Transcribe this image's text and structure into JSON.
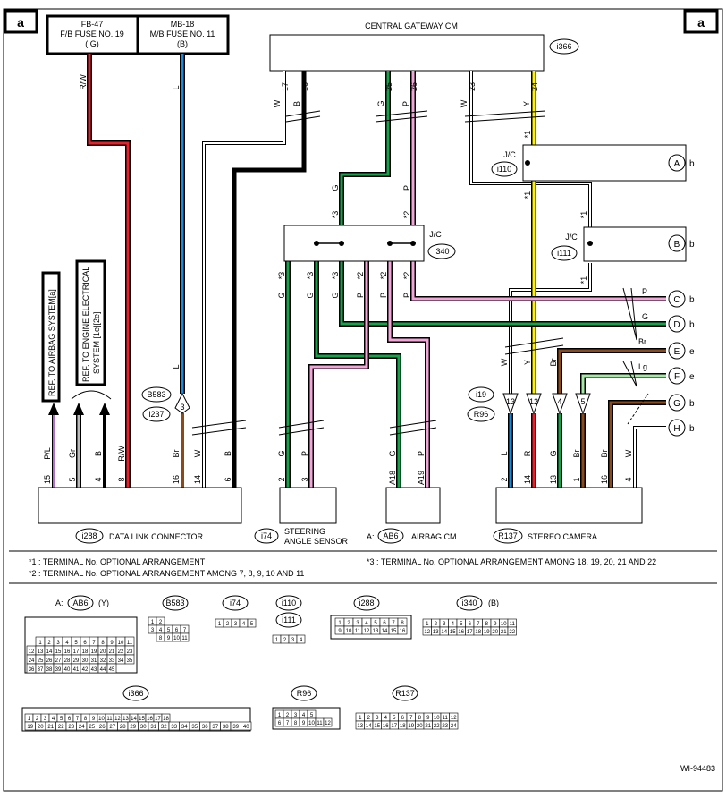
{
  "corner_tags": {
    "left": "a",
    "right": "a"
  },
  "fuses": {
    "fb": {
      "l1": "FB-47",
      "l2": "F/B FUSE NO. 19",
      "l3": "(IG)"
    },
    "mb": {
      "l1": "MB-18",
      "l2": "M/B FUSE NO. 11",
      "l3": "(B)"
    }
  },
  "gateway": {
    "title": "CENTRAL GATEWAY CM",
    "id": "i366"
  },
  "gw_pins": [
    {
      "pin": "17",
      "color": "W"
    },
    {
      "pin": "16",
      "color": "B"
    },
    {
      "pin": "25",
      "color": "G"
    },
    {
      "pin": "26",
      "color": "P"
    },
    {
      "pin": "23",
      "color": "W"
    },
    {
      "pin": "24",
      "color": "Y"
    }
  ],
  "junctions": {
    "i110": {
      "jc": "J/C",
      "id": "i110"
    },
    "i111": {
      "jc": "J/C",
      "id": "i111"
    },
    "i340": {
      "jc": "J/C",
      "id": "i340"
    }
  },
  "connectors_to": [
    {
      "letter": "A",
      "suffix": "b"
    },
    {
      "letter": "B",
      "suffix": "b"
    },
    {
      "letter": "C",
      "suffix": "b"
    },
    {
      "letter": "D",
      "suffix": "b"
    },
    {
      "letter": "E",
      "suffix": "e"
    },
    {
      "letter": "F",
      "suffix": "e"
    },
    {
      "letter": "G",
      "suffix": "b"
    },
    {
      "letter": "H",
      "suffix": "b"
    }
  ],
  "ref_boxes": {
    "airbag": "REF. TO AIRBAG SYSTEM[a]",
    "engine_l1": "REF. TO ENGINE ELECTRICAL",
    "engine_l2": "SYSTEM [1e][2e]"
  },
  "wire_labels": {
    "rw": "R/W",
    "l": "L",
    "p": "P",
    "g": "G",
    "br": "Br",
    "lg": "Lg",
    "w": "W",
    "y": "Y",
    "b": "B",
    "star1": "*1",
    "star2": "*2",
    "star3": "*3",
    "pl": "P/L",
    "gr": "Gr",
    "r": "R"
  },
  "splices": {
    "b583": "B583",
    "i237": "i237",
    "i19": "i19",
    "r96": "R96",
    "b583_pin": "3"
  },
  "dlc": {
    "id": "i288",
    "name": "DATA LINK CONNECTOR",
    "pins": [
      "15",
      "5",
      "4",
      "8",
      "16",
      "14",
      "6"
    ],
    "colors": [
      "P/L",
      "Gr",
      "B",
      "R/W",
      "Br",
      "W",
      "B"
    ]
  },
  "steering": {
    "id": "i74",
    "name_l1": "STEERING",
    "name_l2": "ANGLE SENSOR",
    "pins": [
      "2",
      "3"
    ],
    "colors": [
      "G",
      "P"
    ]
  },
  "airbag": {
    "prefix": "A:",
    "id": "AB6",
    "name": "AIRBAG CM",
    "pins": [
      "A18",
      "A19"
    ],
    "colors": [
      "G",
      "P"
    ]
  },
  "stereo": {
    "id": "R137",
    "name": "STEREO CAMERA",
    "pins": [
      "2",
      "14",
      "13",
      "1",
      "16",
      "4"
    ],
    "colors": [
      "L",
      "R",
      "G",
      "Br",
      "Br",
      "W"
    ]
  },
  "cam_pins": [
    "13",
    "12",
    "4",
    "5"
  ],
  "i340_pins": {
    "g": [
      "*3",
      "*3",
      "*3",
      "*3"
    ],
    "p": [
      "*2",
      "*2",
      "*2",
      "*2"
    ]
  },
  "notes": {
    "n1": "*1  : TERMINAL No. OPTIONAL ARRANGEMENT",
    "n2": "*2  : TERMINAL No. OPTIONAL ARRANGEMENT AMONG 7, 8, 9, 10 AND 11",
    "n3": "*3  : TERMINAL No. OPTIONAL ARRANGEMENT AMONG 18, 19, 20, 21 AND 22"
  },
  "conn_views": {
    "ab6_prefix": "A:",
    "ab6": "AB6",
    "ab6_color": "(Y)",
    "b583": "B583",
    "i74": "i74",
    "i110": "i110",
    "i111": "i111",
    "i288": "i288",
    "i340": "i340",
    "i340_color": "(B)",
    "i366": "i366",
    "r96": "R96",
    "r137": "R137"
  },
  "ab6_rows": [
    [
      "1",
      "2",
      "3",
      "4",
      "5",
      "6",
      "7",
      "8",
      "9",
      "10",
      "11"
    ],
    [
      "12",
      "13",
      "14",
      "15",
      "16",
      "17",
      "18",
      "19",
      "20",
      "21",
      "22",
      "23"
    ],
    [
      "24",
      "25",
      "26",
      "27",
      "28",
      "29",
      "30",
      "31",
      "32",
      "33",
      "34",
      "35"
    ],
    [
      "36",
      "37",
      "38",
      "39",
      "40",
      "41",
      "42",
      "43",
      "44",
      "45"
    ]
  ],
  "b583_rows": [
    [
      "1",
      "2"
    ],
    [
      "3",
      "4",
      "5",
      "6",
      "7"
    ],
    [
      "8",
      "9",
      "10",
      "11"
    ]
  ],
  "i74_row": [
    "1",
    "2",
    "3",
    "4",
    "5"
  ],
  "i110_row": [
    "1",
    "2",
    "3",
    "4"
  ],
  "i288_rows": [
    [
      "1",
      "2",
      "3",
      "4",
      "5",
      "6",
      "7",
      "8"
    ],
    [
      "9",
      "10",
      "11",
      "12",
      "13",
      "14",
      "15",
      "16"
    ]
  ],
  "i340_rows": [
    [
      "1",
      "2",
      "3",
      "4",
      "5",
      "6",
      "7",
      "8",
      "9",
      "10",
      "11"
    ],
    [
      "12",
      "13",
      "14",
      "15",
      "16",
      "17",
      "18",
      "19",
      "20",
      "21",
      "22"
    ]
  ],
  "i366_rows": [
    [
      "1",
      "2",
      "3",
      "4",
      "5",
      "6",
      "7",
      "8",
      "9",
      "10",
      "11",
      "12",
      "13",
      "14",
      "15",
      "16",
      "17",
      "18"
    ],
    [
      "19",
      "20",
      "21",
      "22",
      "23",
      "24",
      "25",
      "26",
      "27",
      "28",
      "29",
      "30",
      "31",
      "32",
      "33",
      "34",
      "35",
      "36",
      "37",
      "38",
      "39",
      "40"
    ]
  ],
  "r96_rows": [
    [
      "1",
      "2",
      "3",
      "4",
      "5"
    ],
    [
      "6",
      "7",
      "8",
      "9",
      "10",
      "11",
      "12"
    ]
  ],
  "r137_rows": [
    [
      "1",
      "2",
      "3",
      "4",
      "5",
      "6",
      "7",
      "8",
      "9",
      "10",
      "11",
      "12"
    ],
    [
      "13",
      "14",
      "15",
      "16",
      "17",
      "18",
      "19",
      "20",
      "21",
      "22",
      "23",
      "24"
    ]
  ],
  "footer_code": "WI-94483",
  "wire_colors": {
    "red": "#e8202a",
    "blue": "#1e88d8",
    "black": "#000000",
    "green": "#19a14a",
    "pink": "#f2a6d8",
    "yellow": "#fff200",
    "brown": "#8a4a1c",
    "lightgreen": "#a5e8a5",
    "gray": "#bbbbbb",
    "purple": "#b070c8"
  }
}
